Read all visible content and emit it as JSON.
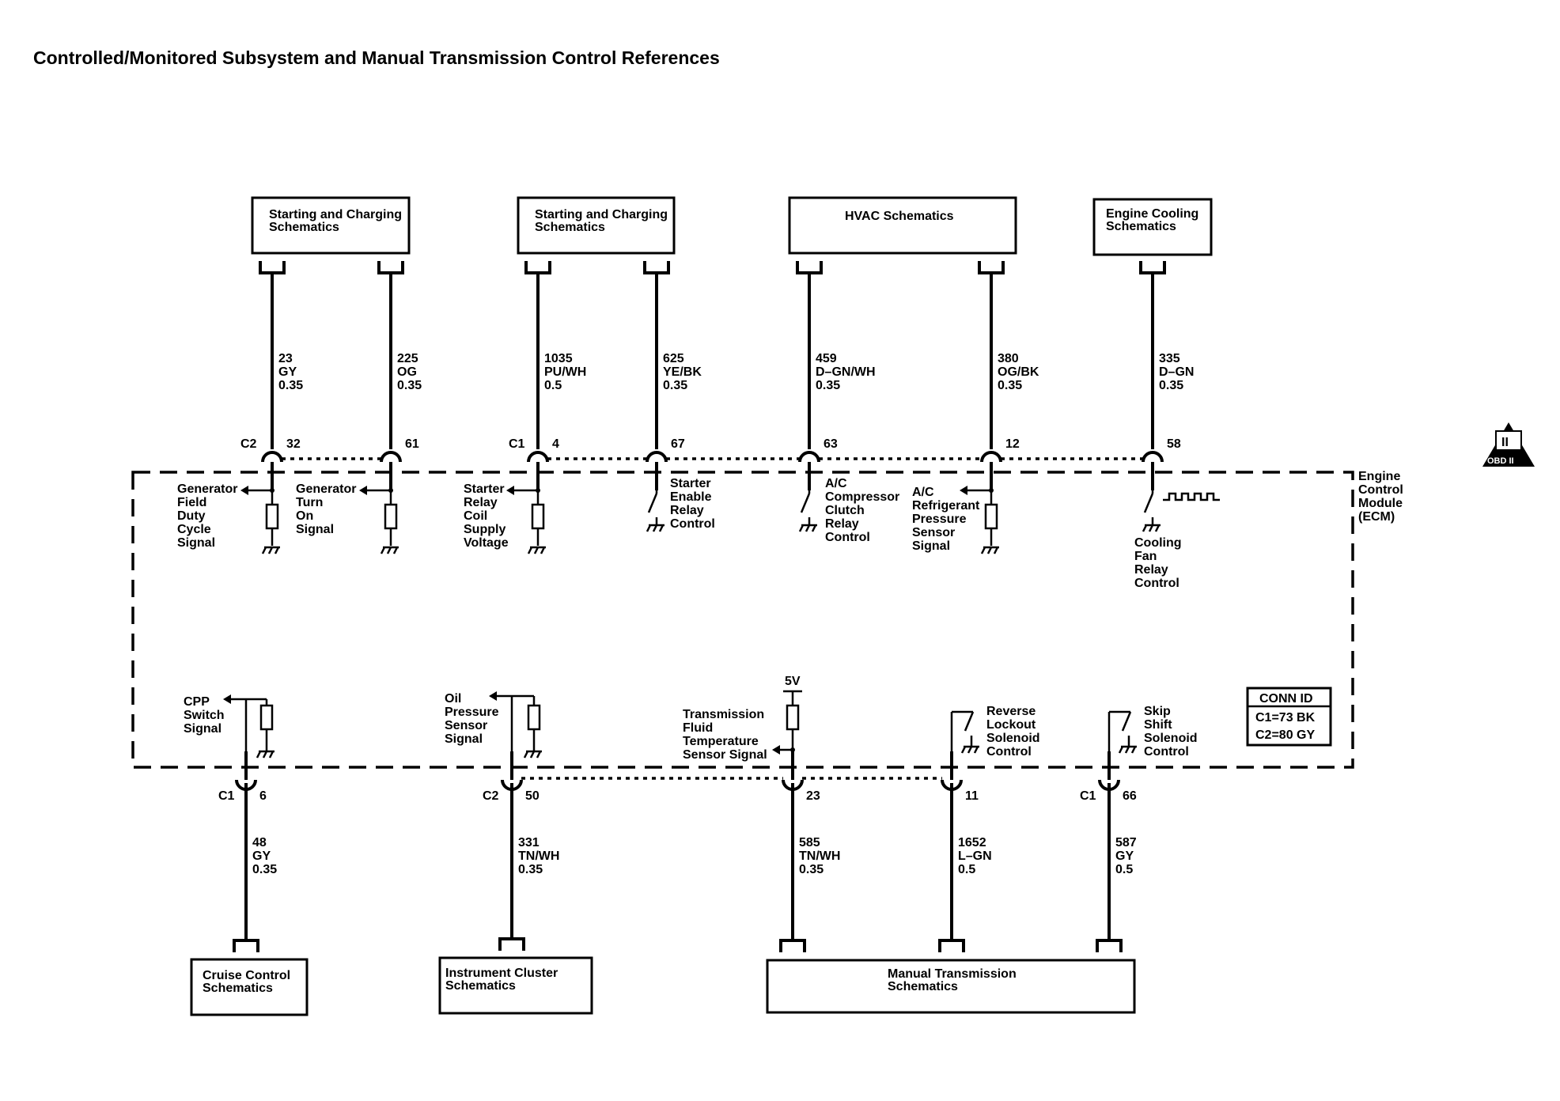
{
  "title": "Controlled/Monitored Subsystem and Manual Transmission Control References",
  "ecm_label": [
    "Engine",
    "Control",
    "Module",
    "(ECM)"
  ],
  "obd_badge": {
    "top": "II",
    "bottom": "OBD II"
  },
  "conn_id": {
    "header": "CONN ID",
    "rows": [
      "C1=73 BK",
      "C2=80 GY"
    ]
  },
  "top_boxes": [
    {
      "lines": [
        "Starting and Charging",
        "Schematics"
      ]
    },
    {
      "lines": [
        "Starting and Charging",
        "Schematics"
      ]
    },
    {
      "lines": [
        "HVAC Schematics"
      ]
    },
    {
      "lines": [
        "Engine Cooling",
        "Schematics"
      ]
    }
  ],
  "bottom_boxes": [
    {
      "lines": [
        "Cruise Control",
        "Schematics"
      ]
    },
    {
      "lines": [
        "Instrument Cluster",
        "Schematics"
      ]
    },
    {
      "lines": [
        "Manual Transmission",
        "Schematics"
      ]
    }
  ],
  "top_circuits": [
    {
      "connector": "C2",
      "pin": "32",
      "wire": [
        "23",
        "GY",
        "0.35"
      ],
      "function": [
        "Generator",
        "Field",
        "Duty",
        "Cycle",
        "Signal"
      ]
    },
    {
      "connector": "",
      "pin": "61",
      "wire": [
        "225",
        "OG",
        "0.35"
      ],
      "function": [
        "Generator",
        "Turn",
        "On",
        "Signal"
      ]
    },
    {
      "connector": "C1",
      "pin": "4",
      "wire": [
        "1035",
        "PU/WH",
        "0.5"
      ],
      "function": [
        "Starter",
        "Relay",
        "Coil",
        "Supply",
        "Voltage"
      ]
    },
    {
      "connector": "",
      "pin": "67",
      "wire": [
        "625",
        "YE/BK",
        "0.35"
      ],
      "function": [
        "Starter",
        "Enable",
        "Relay",
        "Control"
      ]
    },
    {
      "connector": "",
      "pin": "63",
      "wire": [
        "459",
        "D–GN/WH",
        "0.35"
      ],
      "function": [
        "A/C",
        "Compressor",
        "Clutch",
        "Relay",
        "Control"
      ]
    },
    {
      "connector": "",
      "pin": "12",
      "wire": [
        "380",
        "OG/BK",
        "0.35"
      ],
      "function": [
        "A/C",
        "Refrigerant",
        "Pressure",
        "Sensor",
        "Signal"
      ]
    },
    {
      "connector": "",
      "pin": "58",
      "wire": [
        "335",
        "D–GN",
        "0.35"
      ],
      "function": [
        "Cooling",
        "Fan",
        "Relay",
        "Control"
      ]
    }
  ],
  "bottom_circuits": [
    {
      "connector": "C1",
      "pin": "6",
      "wire": [
        "48",
        "GY",
        "0.35"
      ],
      "function": [
        "CPP",
        "Switch",
        "Signal"
      ]
    },
    {
      "connector": "C2",
      "pin": "50",
      "wire": [
        "331",
        "TN/WH",
        "0.35"
      ],
      "function": [
        "Oil",
        "Pressure",
        "Sensor",
        "Signal"
      ]
    },
    {
      "connector": "",
      "pin": "23",
      "wire": [
        "585",
        "TN/WH",
        "0.35"
      ],
      "function": [
        "Transmission",
        "Fluid",
        "Temperature",
        "Sensor Signal"
      ],
      "supply": "5V"
    },
    {
      "connector": "",
      "pin": "11",
      "wire": [
        "1652",
        "L–GN",
        "0.5"
      ],
      "function": [
        "Reverse",
        "Lockout",
        "Solenoid",
        "Control"
      ]
    },
    {
      "connector": "C1",
      "pin": "66",
      "wire": [
        "587",
        "GY",
        "0.5"
      ],
      "function": [
        "Skip",
        "Shift",
        "Solenoid",
        "Control"
      ]
    }
  ]
}
